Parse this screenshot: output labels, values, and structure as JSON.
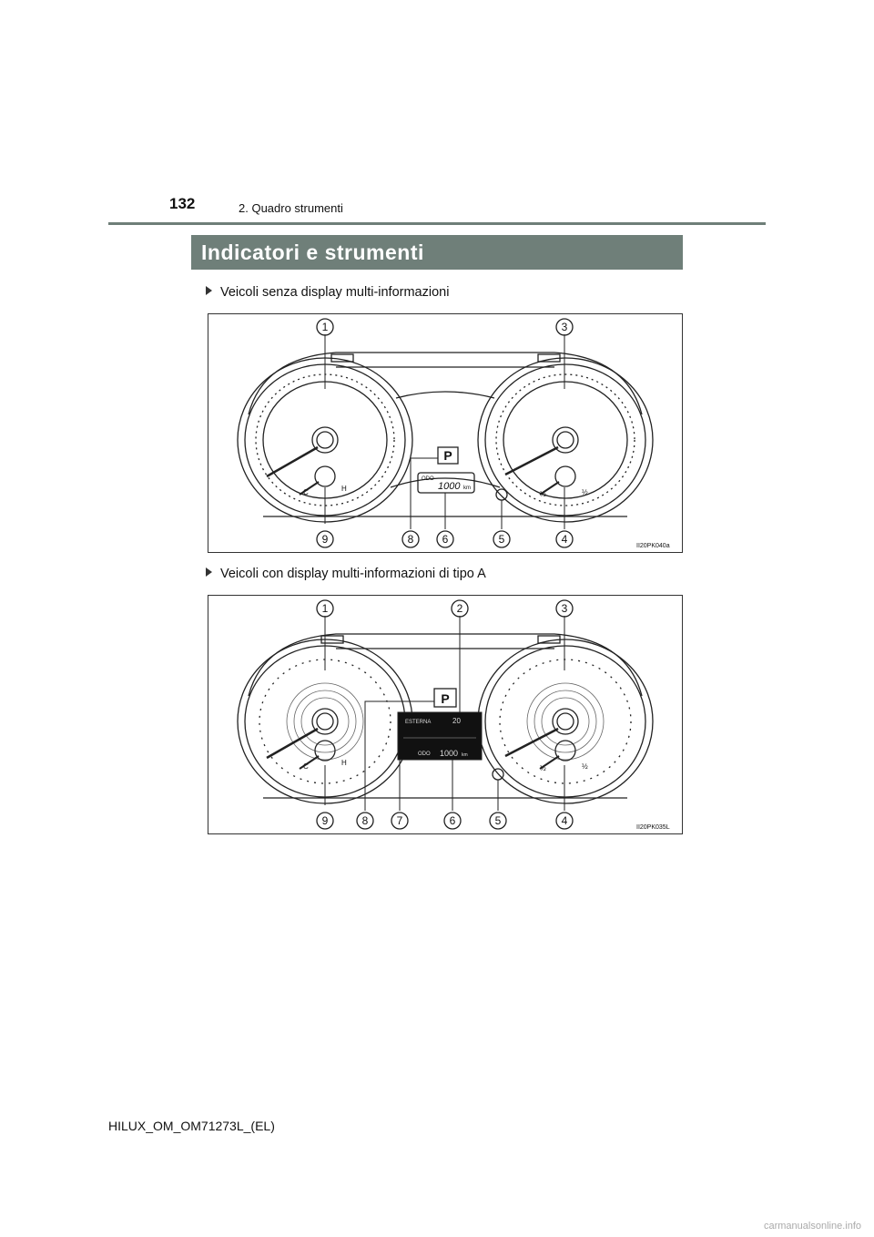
{
  "header": {
    "page_number": "132",
    "chapter": "2. Quadro strumenti"
  },
  "section": {
    "title": "Indicatori e strumenti"
  },
  "figures": [
    {
      "caption": "Veicoli senza display multi-informazioni",
      "image_code": "II20PK040a",
      "odo_label": "ODO",
      "odo_value": "1000",
      "odo_unit": "km",
      "callouts": [
        "1",
        "3",
        "9",
        "8",
        "6",
        "5",
        "4"
      ]
    },
    {
      "caption": "Veicoli con display multi-informazioni di tipo A",
      "image_code": "II20PK035L",
      "display_label": "ESTERNA",
      "display_temp": "20",
      "odo_label": "ODO",
      "odo_value": "1000",
      "odo_unit": "km",
      "callouts": [
        "1",
        "2",
        "3",
        "9",
        "8",
        "7",
        "6",
        "5",
        "4"
      ]
    }
  ],
  "gauge_labels": {
    "cold": "C",
    "hot": "H",
    "half_left": "½",
    "half_right": "½"
  },
  "shift_indicator": "P",
  "footer": {
    "doc_code": "HILUX_OM_OM71273L_(EL)"
  },
  "watermark": "carmanualsonline.info"
}
